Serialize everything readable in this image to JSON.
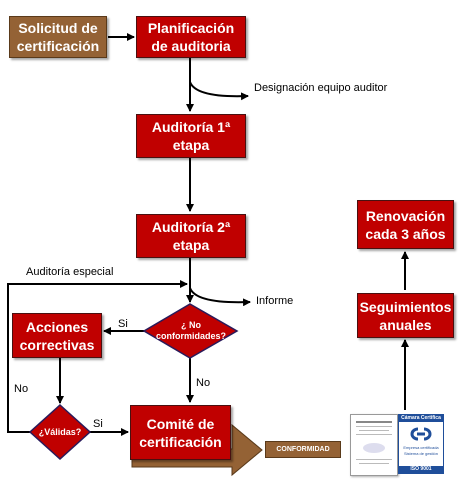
{
  "boxes": {
    "solicitud": "Solicitud de\ncertificación",
    "planificacion": "Planificación\nde auditoria",
    "auditoria1": "Auditoría 1ª\netapa",
    "auditoria2": "Auditoría 2ª\netapa",
    "acciones": "Acciones\ncorrectivas",
    "comite": "Comité de\ncertificación",
    "renovacion": "Renovación\ncada 3 años",
    "seguimientos": "Seguimientos\nanuales"
  },
  "diamonds": {
    "no_conformidades": "¿ No\nconformidades?",
    "validas": "¿Válidas?"
  },
  "labels": {
    "designacion": "Designación equipo auditor",
    "auditoria_especial": "Auditoría especial",
    "informe": "Informe",
    "si_1": "Si",
    "no_1": "No",
    "no_2": "No",
    "si_2": "Si",
    "conformidad": "CONFORMIDAD"
  },
  "certificate": {
    "seal_title": "Cámara Certifica",
    "seal_sub1": "Empresa certificada",
    "seal_sub2": "Sistema de gestión",
    "seal_norm": "ISO 9001"
  },
  "colors": {
    "red": "#c00000",
    "brown": "#946235",
    "line": "#000000",
    "seal_blue": "#1f4e9a"
  }
}
